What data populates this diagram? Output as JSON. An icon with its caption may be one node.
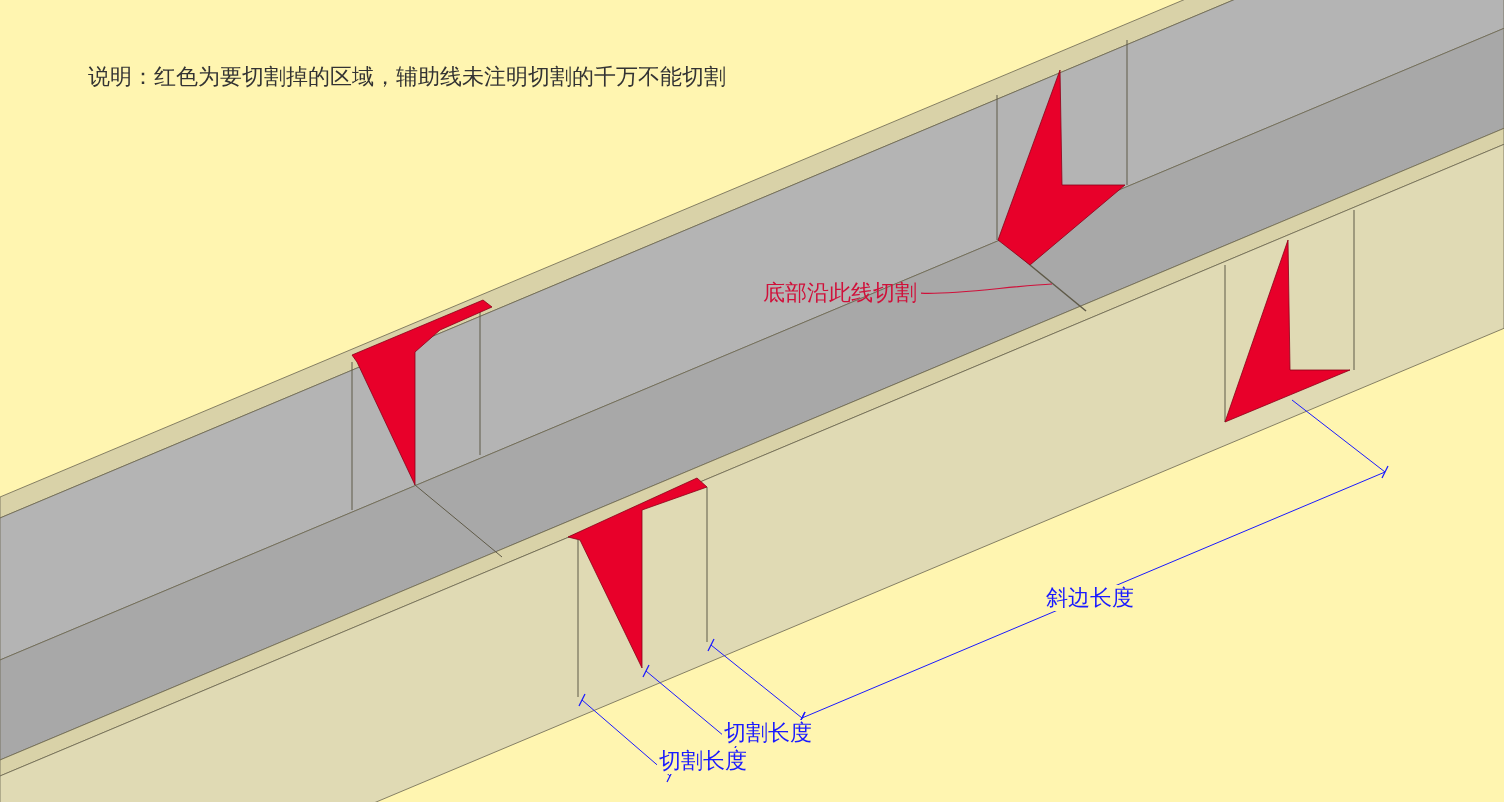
{
  "diagram": {
    "nodes": [
      {
        "text": [
          "底部沿此线切割"
        ]
      },
      {
        "text": [],
        "shape": "line"
      }
    ],
    "edges": [
      {
        "from": 0,
        "to": 1,
        "arrow": "none",
        "color": "#d0103a"
      }
    ],
    "labels": [
      "说明：红色为要切割掉的区域，辅助线未注明切割的千万不能切割",
      "斜边长度",
      "切割长度",
      "切割长度"
    ]
  }
}
